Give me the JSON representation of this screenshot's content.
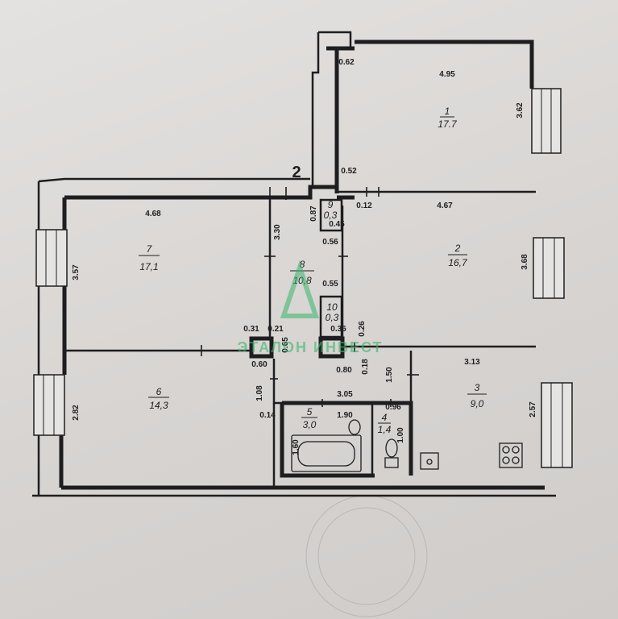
{
  "plan": {
    "section_label": "2",
    "rooms": [
      {
        "id": "1",
        "area": "17.7"
      },
      {
        "id": "2",
        "area": "16,7"
      },
      {
        "id": "3",
        "area": "9,0"
      },
      {
        "id": "4",
        "area": "1,4"
      },
      {
        "id": "5",
        "area": "3,0"
      },
      {
        "id": "6",
        "area": "14,3"
      },
      {
        "id": "7",
        "area": "17,1"
      },
      {
        "id": "8",
        "area": "10,8"
      },
      {
        "id": "9",
        "area": "0,3"
      },
      {
        "id": "10",
        "area": "0,3"
      }
    ],
    "dimensions": [
      "0.62",
      "4.95",
      "3.62",
      "0.52",
      "0.12",
      "4.67",
      "3.68",
      "4.68",
      "3.57",
      "3.30",
      "0.87",
      "0.45",
      "0.56",
      "0.55",
      "0.31",
      "0.21",
      "0.65",
      "0.36",
      "0.26",
      "0.60",
      "0.80",
      "0.18",
      "3.13",
      "1.50",
      "2.57",
      "1.08",
      "3.05",
      "0.14",
      "1.60",
      "1.90",
      "0.96",
      "1.00",
      "2.82"
    ]
  },
  "watermark": {
    "text": "ЭТАЛОН ИНВЕСТ"
  },
  "colors": {
    "wall": "#1e1e20",
    "paper": "#e4e2e0",
    "watermark": "#38b56a"
  }
}
